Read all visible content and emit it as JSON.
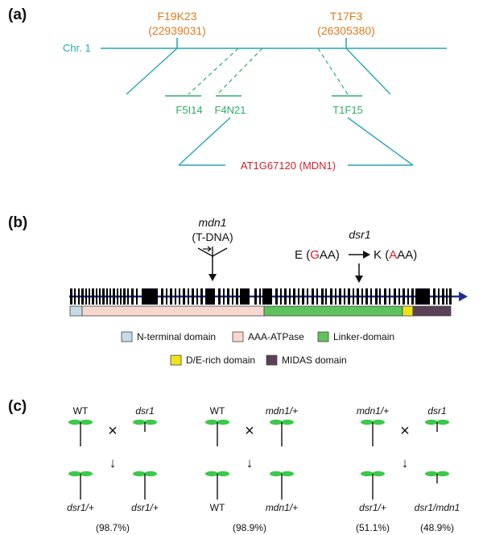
{
  "panel_a": {
    "label": "(a)",
    "chromosome_label": "Chr. 1",
    "left_marker": {
      "name": "F19K23",
      "position": "(22939031)"
    },
    "right_marker": {
      "name": "T17F3",
      "position": "(26305380)"
    },
    "bacs": [
      "F5I14",
      "F4N21",
      "T1F15"
    ],
    "gene_label": "AT1G67120 (MDN1)",
    "colors": {
      "chromosome": "#2aa6b6",
      "marker": "#e07a1e",
      "bac": "#2fae6a",
      "gene": "#d21f2f"
    }
  },
  "panel_b": {
    "label": "(b)",
    "mdn1_label": "mdn1",
    "tdna_label": "(T-DNA)",
    "dsr1_label": "dsr1",
    "mutation": {
      "from_aa": "E",
      "from_codon_pre": "(",
      "from_codon_mut": "G",
      "from_codon_post": "AA)",
      "to_aa": "K",
      "to_codon_pre": "(",
      "to_codon_mut": "A",
      "to_codon_post": "AA)"
    },
    "legend": [
      {
        "label": "N-terminal domain",
        "color": "#c5dbe8"
      },
      {
        "label": "AAA-ATPase",
        "color": "#f7d8cf"
      },
      {
        "label": "Linker-domain",
        "color": "#5fc25a"
      },
      {
        "label": "D/E-rich domain",
        "color": "#f2e21a"
      },
      {
        "label": "MIDAS domain",
        "color": "#5b4157"
      }
    ]
  },
  "panel_c": {
    "label": "(c)",
    "crosses": [
      {
        "parent_left": "WT",
        "parent_right": "dsr1",
        "progeny_left": "dsr1/+",
        "progeny_right": "dsr1/+",
        "ratio_left": "(98.7%)",
        "ratio_right": ""
      },
      {
        "parent_left": "WT",
        "parent_right": "mdn1/+",
        "progeny_left": "WT",
        "progeny_right": "mdn1/+",
        "ratio_left": "(98.9%)",
        "ratio_right": ""
      },
      {
        "parent_left": "mdn1/+",
        "parent_right": "dsr1",
        "progeny_left": "dsr1/+",
        "progeny_right": "dsr1/mdn1",
        "ratio_left": "(51.1%)",
        "ratio_right": "(48.9%)"
      }
    ],
    "cross_symbol": "×",
    "arrow_symbol": "↓"
  }
}
